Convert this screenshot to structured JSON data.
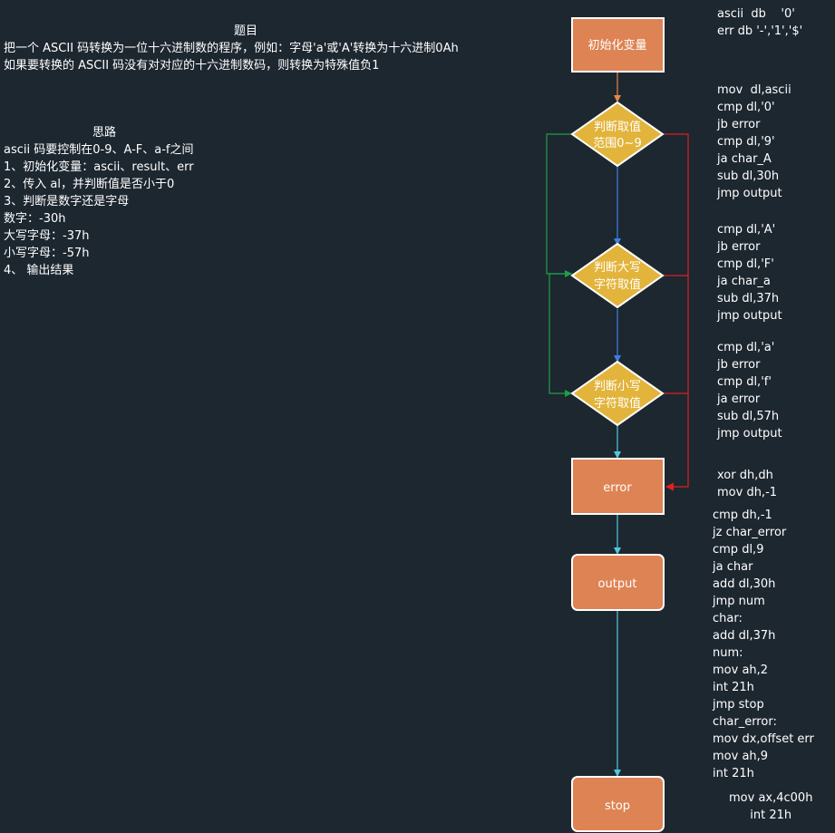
{
  "problem": {
    "title": "题目",
    "lines": [
      "把一个 ASCII 码转换为一位十六进制数的程序，例如：字母'a'或'A'转换为十六进制0Ah",
      "如果要转换的 ASCII 码没有对对应的十六进制数码，则转换为特殊值负1"
    ]
  },
  "idea": {
    "title": "思路",
    "lines": [
      "ascii 码要控制在0-9、A-F、a-f之间",
      "1、初始化变量：ascii、result、err",
      "2、传入 al，并判断值是否小于0",
      "3、判断是数字还是字母",
      "数字：-30h",
      "大写字母：-37h",
      "小写字母：-57h",
      "4、 输出结果"
    ]
  },
  "flow": {
    "init": "初始化变量",
    "d1": [
      "判断取值",
      "范围0~9"
    ],
    "d2": [
      "判断大写",
      "字符取值"
    ],
    "d3": [
      "判断小写",
      "字符取值"
    ],
    "error": "error",
    "output": "output",
    "stop": "stop"
  },
  "code": {
    "vars": [
      "ascii  db    '0'",
      "err db '-','1','$'"
    ],
    "digit": [
      "mov  dl,ascii",
      "cmp dl,'0'",
      "jb error",
      "cmp dl,'9'",
      "ja char_A",
      "sub dl,30h",
      "jmp output"
    ],
    "upper": [
      "cmp dl,'A'",
      "jb error",
      "cmp dl,'F'",
      "ja char_a",
      "sub dl,37h",
      "jmp output"
    ],
    "lower": [
      "cmp dl,'a'",
      "jb error",
      "cmp dl,'f'",
      "ja error",
      "sub dl,57h",
      "jmp output"
    ],
    "error": [
      "xor dh,dh",
      "mov dh,-1"
    ],
    "output": [
      "cmp dh,-1",
      "jz char_error",
      "cmp dl,9",
      "ja char",
      "add dl,30h",
      "jmp num",
      "char:",
      "add dl,37h",
      "num:",
      "mov ah,2",
      "int 21h",
      "jmp stop",
      "char_error:",
      "mov dx,offset err",
      "mov ah,9",
      "int 21h"
    ],
    "stop": [
      "mov ax,4c00h",
      "int 21h"
    ]
  },
  "colors": {
    "background": "#1d2730",
    "process": "#de8354",
    "decision": "#e2b43b",
    "arrow_orange": "#e8874a",
    "arrow_blue": "#3b7fe6",
    "arrow_green": "#1f9e47",
    "arrow_red": "#e02020",
    "arrow_cyan": "#4fc9d9"
  }
}
